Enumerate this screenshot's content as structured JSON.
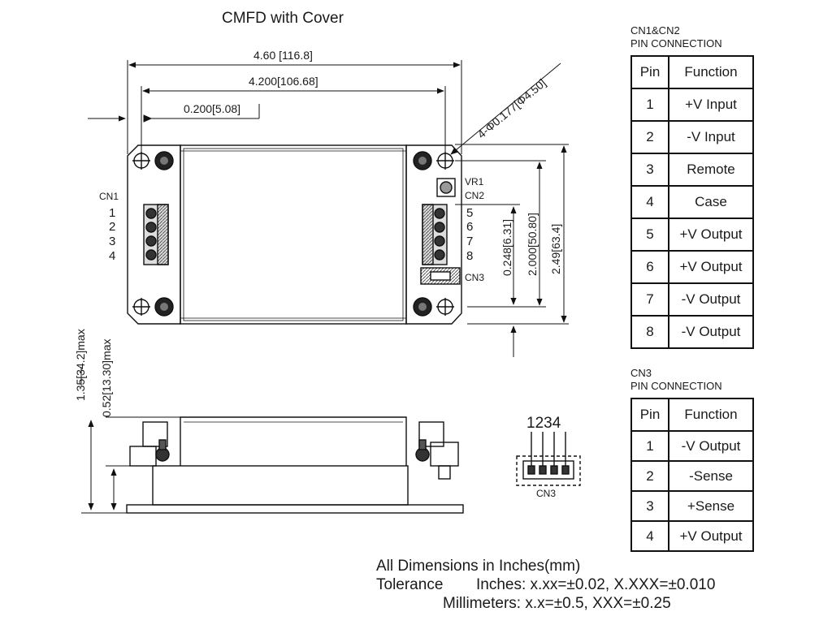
{
  "title": "CMFD with Cover",
  "dims": {
    "overall_length": "4.60 [116.8]",
    "hole_spacing": "4.200[106.68]",
    "hole_offset": "0.200[5.08]",
    "hole_callout": "4-Φ0.177[Φ4.50]",
    "cn2_offset": "0.248[6.31]",
    "hole_spacing_v": "2.000[50.80]",
    "overall_width": "2.49[63.4]",
    "max_height": "1.35[34.2]max",
    "cover_height": "0.52[13.30]max"
  },
  "labels": {
    "cn1": "CN1",
    "cn1_pins": [
      "1",
      "2",
      "3",
      "4"
    ],
    "vr1": "VR1",
    "cn2": "CN2",
    "cn2_pins": [
      "5",
      "6",
      "7",
      "8"
    ],
    "cn3": "CN3",
    "cn3_detail_pins": "1234",
    "cn3_detail_label": "CN3"
  },
  "table1": {
    "caption_line1": "CN1&CN2",
    "caption_line2": "PIN CONNECTION",
    "headers": [
      "Pin",
      "Function"
    ],
    "rows": [
      [
        "1",
        "+V Input"
      ],
      [
        "2",
        "-V Input"
      ],
      [
        "3",
        "Remote"
      ],
      [
        "4",
        "Case"
      ],
      [
        "5",
        "+V Output"
      ],
      [
        "6",
        "+V Output"
      ],
      [
        "7",
        "-V Output"
      ],
      [
        "8",
        "-V Output"
      ]
    ]
  },
  "table2": {
    "caption_line1": "CN3",
    "caption_line2": "PIN CONNECTION",
    "headers": [
      "Pin",
      "Function"
    ],
    "rows": [
      [
        "1",
        "-V Output"
      ],
      [
        "2",
        "-Sense"
      ],
      [
        "3",
        "+Sense"
      ],
      [
        "4",
        "+V Output"
      ]
    ]
  },
  "notes": {
    "line1": "All Dimensions in Inches(mm)",
    "line2_label": "Tolerance",
    "line2_value": "Inches: x.xx=±0.02, X.XXX=±0.010",
    "line3_value": "Millimeters: x.x=±0.5, XXX=±0.25"
  }
}
